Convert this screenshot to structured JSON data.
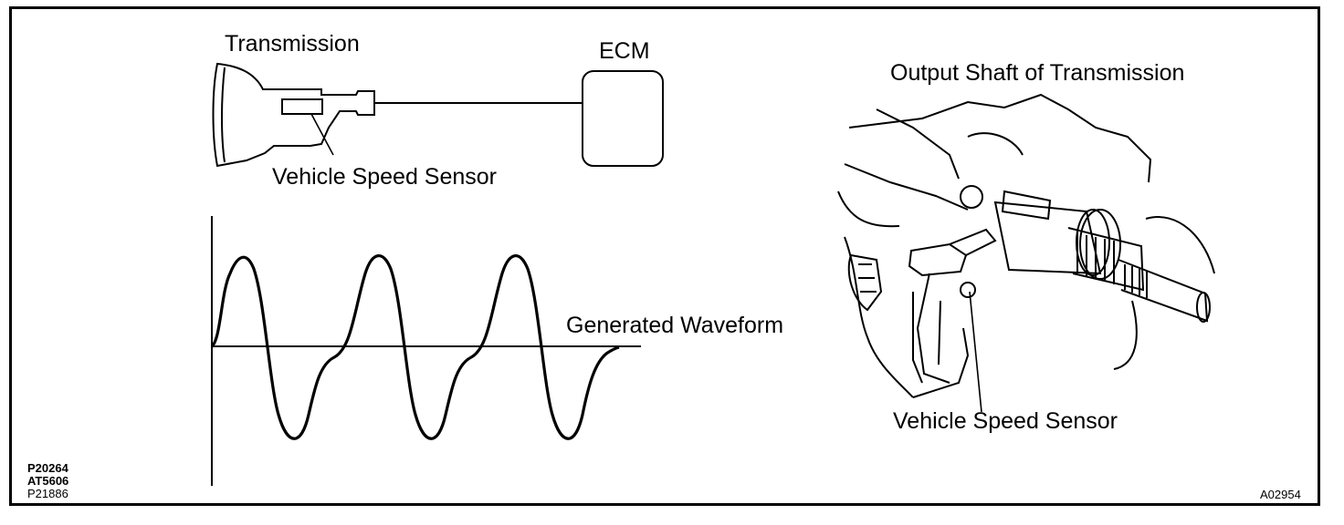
{
  "labels": {
    "transmission": "Transmission",
    "ecm": "ECM",
    "vss_left": "Vehicle Speed Sensor",
    "waveform": "Generated Waveform",
    "output_shaft": "Output Shaft of Transmission",
    "vss_right": "Vehicle Speed Sensor"
  },
  "codes": {
    "left": [
      "P20264",
      "AT5606",
      "P21886"
    ],
    "right": "A02954"
  }
}
